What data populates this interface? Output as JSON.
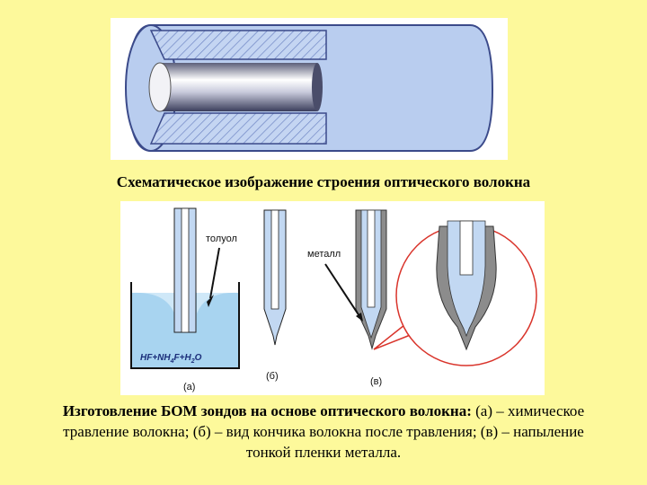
{
  "caption_top": "Схематическое изображение строения оптического волокна",
  "caption_bottom": {
    "bold": "Изготовление БОМ зондов на основе оптического волокна:",
    "rest": " (а) – химическое травление волокна; (б) – вид кончика волокна после травления; (в) – напыление тонкой пленки металла."
  },
  "labels": {
    "toluene": "толуол",
    "metal": "металл",
    "solution": "HF+NH",
    "solution_sub1": "4",
    "solution_mid": "F+H",
    "solution_sub2": "2",
    "solution_end": "O",
    "panel_a": "(а)",
    "panel_b": "(б)",
    "panel_c": "(в)"
  },
  "colors": {
    "background": "#fdf99b",
    "fiber_blue": "#b9cdef",
    "outline": "#3b4a8a",
    "liquid": "#a8d4f0",
    "metal_gray": "#8c8c8c",
    "circle_red": "#d9342b"
  }
}
